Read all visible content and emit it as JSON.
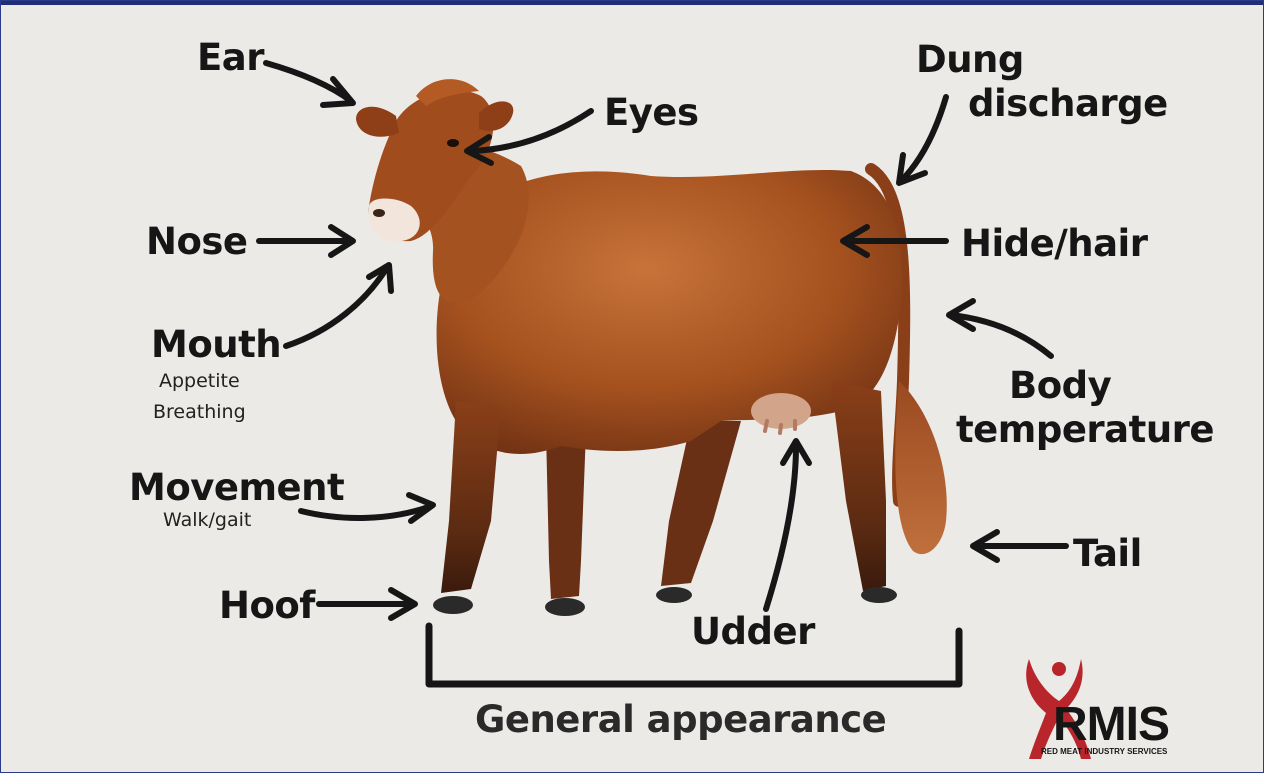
{
  "labels": {
    "ear": "Ear",
    "eyes": "Eyes",
    "dung_line1": "Dung",
    "dung_line2": "discharge",
    "nose": "Nose",
    "hide_hair": "Hide/hair",
    "mouth": "Mouth",
    "mouth_sub1": "Appetite",
    "mouth_sub2": "Breathing",
    "body_temp_line1": "Body",
    "body_temp_line2": "temperature",
    "movement": "Movement",
    "movement_sub": "Walk/gait",
    "tail": "Tail",
    "hoof": "Hoof",
    "udder": "Udder",
    "general_appearance": "General appearance"
  },
  "logo": {
    "name": "RMIS",
    "tagline": "RED MEAT INDUSTRY SERVICES",
    "accent_color": "#b8262c"
  },
  "colors": {
    "background": "#eceae7",
    "text": "#161616",
    "cow_body": "#a6521f",
    "frame": "#1e2f78"
  }
}
